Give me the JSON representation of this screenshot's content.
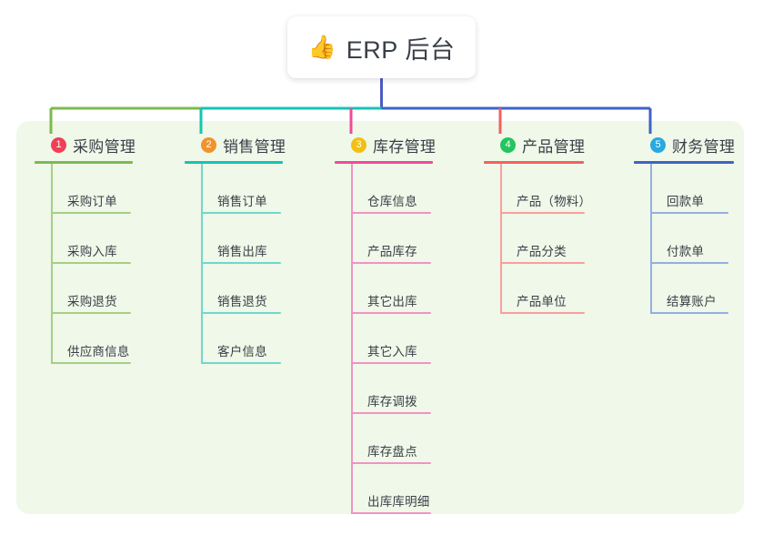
{
  "root": {
    "icon": "thumbs-up-icon",
    "icon_glyph": "👍",
    "title": "ERP 后台"
  },
  "colors": {
    "panel_background": "#eff8e9",
    "card_background": "#ffffff",
    "text": "#3a3f47",
    "root_stem": "#4c5bc4"
  },
  "branches": [
    {
      "number": "1",
      "title": "采购管理",
      "badge_color": "#ef4056",
      "line_color": "#7cba4e",
      "sub_line_color": "#a7cf84",
      "items": [
        {
          "label": "采购订单"
        },
        {
          "label": "采购入库"
        },
        {
          "label": "采购退货"
        },
        {
          "label": "供应商信息"
        }
      ]
    },
    {
      "number": "2",
      "title": "销售管理",
      "badge_color": "#f0932b",
      "line_color": "#16c4b0",
      "sub_line_color": "#72d7cb",
      "items": [
        {
          "label": "销售订单"
        },
        {
          "label": "销售出库"
        },
        {
          "label": "销售退货"
        },
        {
          "label": "客户信息"
        }
      ]
    },
    {
      "number": "3",
      "title": "库存管理",
      "badge_color": "#f2c012",
      "line_color": "#ef4b9b",
      "sub_line_color": "#f093c3",
      "items": [
        {
          "label": "仓库信息"
        },
        {
          "label": "产品库存"
        },
        {
          "label": "其它出库"
        },
        {
          "label": "其它入库"
        },
        {
          "label": "库存调拨"
        },
        {
          "label": "库存盘点"
        },
        {
          "label": "出库库明细"
        }
      ]
    },
    {
      "number": "4",
      "title": "产品管理",
      "badge_color": "#23c55e",
      "line_color": "#f4605e",
      "sub_line_color": "#f7a09e",
      "items": [
        {
          "label": "产品（物料）"
        },
        {
          "label": "产品分类"
        },
        {
          "label": "产品单位"
        }
      ]
    },
    {
      "number": "5",
      "title": "财务管理",
      "badge_color": "#29a9e0",
      "line_color": "#3f63c4",
      "sub_line_color": "#96aee0",
      "items": [
        {
          "label": "回款单"
        },
        {
          "label": "付款单"
        },
        {
          "label": "结算账户"
        }
      ]
    }
  ]
}
